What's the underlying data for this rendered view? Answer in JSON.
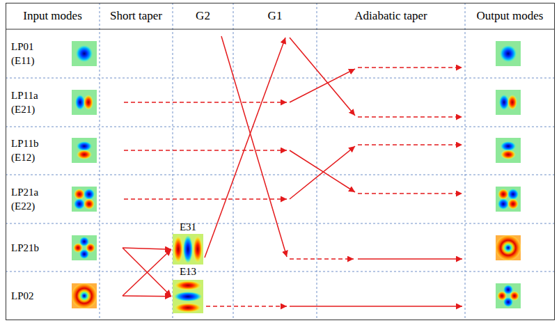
{
  "diagram": {
    "nodes": [
      {
        "text": [
          "LP01 (E11)"
        ]
      },
      {
        "text": [
          "LP11a (E21)"
        ]
      },
      {
        "text": [
          "LP11b (E12)"
        ]
      },
      {
        "text": [
          "LP21a (E22)"
        ]
      },
      {
        "text": [
          "LP21b"
        ]
      },
      {
        "text": [
          "LP02"
        ]
      },
      {
        "text": [
          "E31"
        ]
      },
      {
        "text": [
          "E13"
        ]
      }
    ],
    "edges": [
      {
        "from": 4,
        "to": 6,
        "arrow": "to"
      },
      {
        "from": 4,
        "to": 7,
        "arrow": "to"
      },
      {
        "from": 5,
        "to": 6,
        "arrow": "to"
      },
      {
        "from": 5,
        "to": 7,
        "arrow": "to"
      }
    ],
    "labels": [
      "Input modes",
      "Short taper",
      "G2",
      "G1",
      "Adiabatic taper",
      "Output modes"
    ]
  }
}
